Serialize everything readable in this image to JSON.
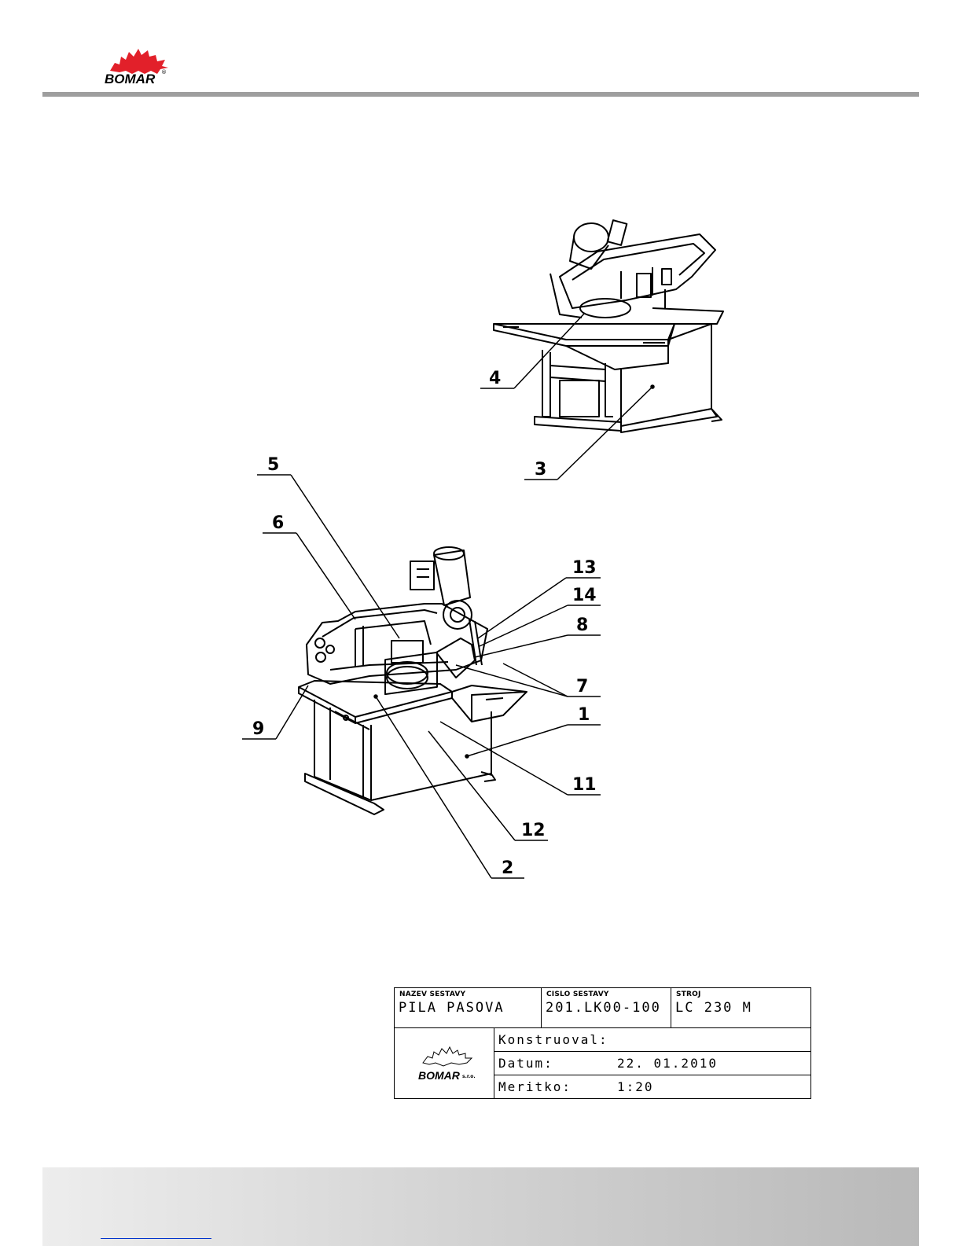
{
  "header": {
    "logo_text": "BOMAR",
    "logo_reg": "®"
  },
  "callouts": [
    "4",
    "3",
    "5",
    "6",
    "13",
    "14",
    "8",
    "7",
    "9",
    "1",
    "11",
    "12",
    "2"
  ],
  "title_block": {
    "assembly_name_label": "NAZEV SESTAVY",
    "assembly_name": "PILA PASOVA",
    "assembly_number_label": "CISLO SESTAVY",
    "assembly_number": "201.LK00-100",
    "machine_label": "STROJ",
    "machine": "LC 230 M",
    "designed_by_label": "Konstruoval:",
    "date_label": "Datum:",
    "date_value": "22. 01.2010",
    "scale_label": "Meritko:",
    "scale_value": "1:20",
    "logo_text": "BOMAR",
    "logo_suffix": "s.r.o."
  },
  "colors": {
    "rule": "#9e9e9e",
    "logo_red": "#e2202a",
    "link": "#0033cc"
  }
}
